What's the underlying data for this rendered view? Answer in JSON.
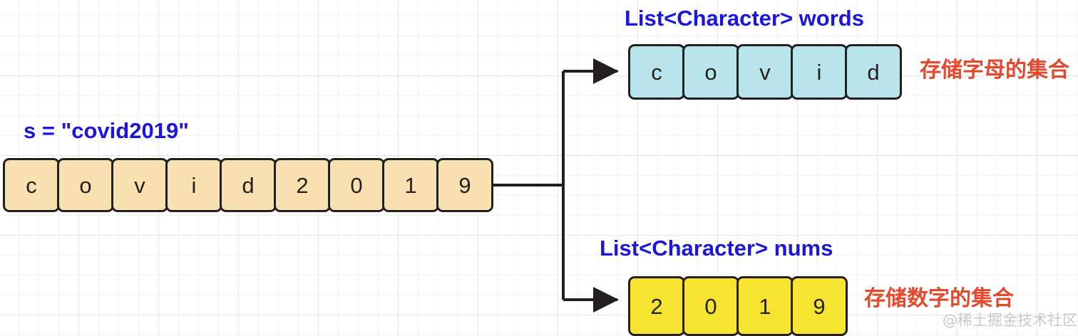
{
  "diagram": {
    "title_source": "s = \"covid2019\"",
    "source_array": {
      "name": "source-string-array",
      "cells": [
        "c",
        "o",
        "v",
        "i",
        "d",
        "2",
        "0",
        "1",
        "9"
      ],
      "fill": "#f8e0b0",
      "stroke": "#231f1e"
    },
    "words_list": {
      "label": "List<Character> words",
      "cells": [
        "c",
        "o",
        "v",
        "i",
        "d"
      ],
      "annotation": "存储字母的集合",
      "fill": "#b9e4ec",
      "stroke": "#231f1e"
    },
    "nums_list": {
      "label": "List<Character> nums",
      "cells": [
        "2",
        "0",
        "1",
        "9"
      ],
      "annotation": "存储数字的集合",
      "fill": "#f7e431",
      "stroke": "#231f1e"
    },
    "colors": {
      "label_blue": "#1a16e0",
      "annotation_red": "#e5492d",
      "line_black": "#231f1e",
      "grid_minor": "#f2f2f3",
      "grid_major": "#e4e4e6",
      "watermark_gray": "#c9c9c9"
    },
    "watermark": "@稀土掘金技术社区"
  }
}
